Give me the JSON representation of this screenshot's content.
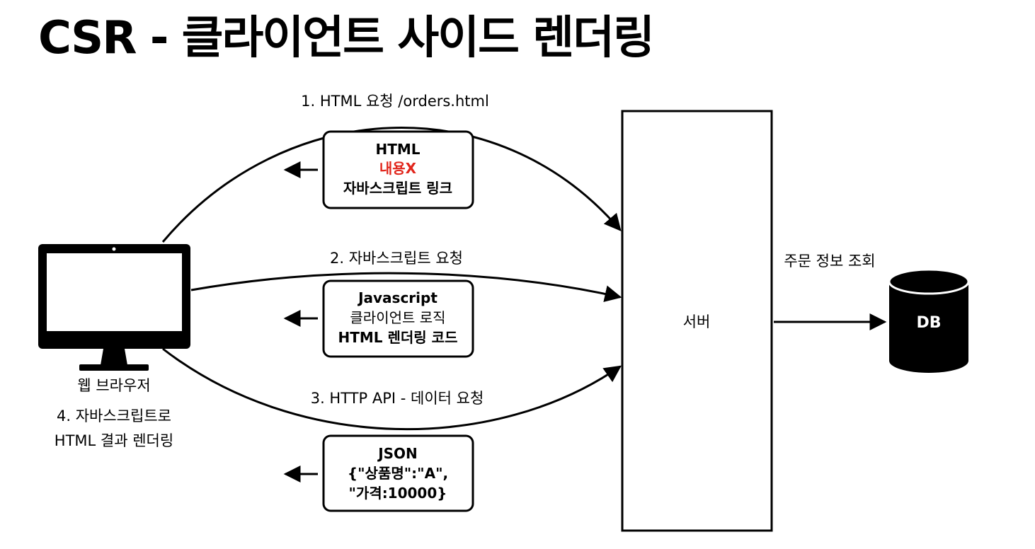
{
  "title": "CSR - 클라이언트 사이드 렌더링",
  "browser": {
    "label": "웹 브라우저",
    "note_line1": "4. 자바스크립트로",
    "note_line2": "HTML 결과 렌더링"
  },
  "server": {
    "label": "서버"
  },
  "db": {
    "label": "DB",
    "query_label": "주문 정보 조회"
  },
  "requests": [
    {
      "label": "1. HTML 요청 /orders.html"
    },
    {
      "label": "2. 자바스크립트 요청"
    },
    {
      "label": "3. HTTP API -  데이터 요청"
    }
  ],
  "responses": [
    {
      "lines": [
        "HTML",
        "내용X",
        "자바스크립트 링크"
      ]
    },
    {
      "lines": [
        "Javascript",
        "클라이언트 로직",
        "HTML 렌더링 코드"
      ]
    },
    {
      "lines": [
        "JSON",
        "{\"상품명\":\"A\",",
        "\"가격:10000}"
      ]
    }
  ],
  "colors": {
    "highlight": "#e1261c"
  }
}
